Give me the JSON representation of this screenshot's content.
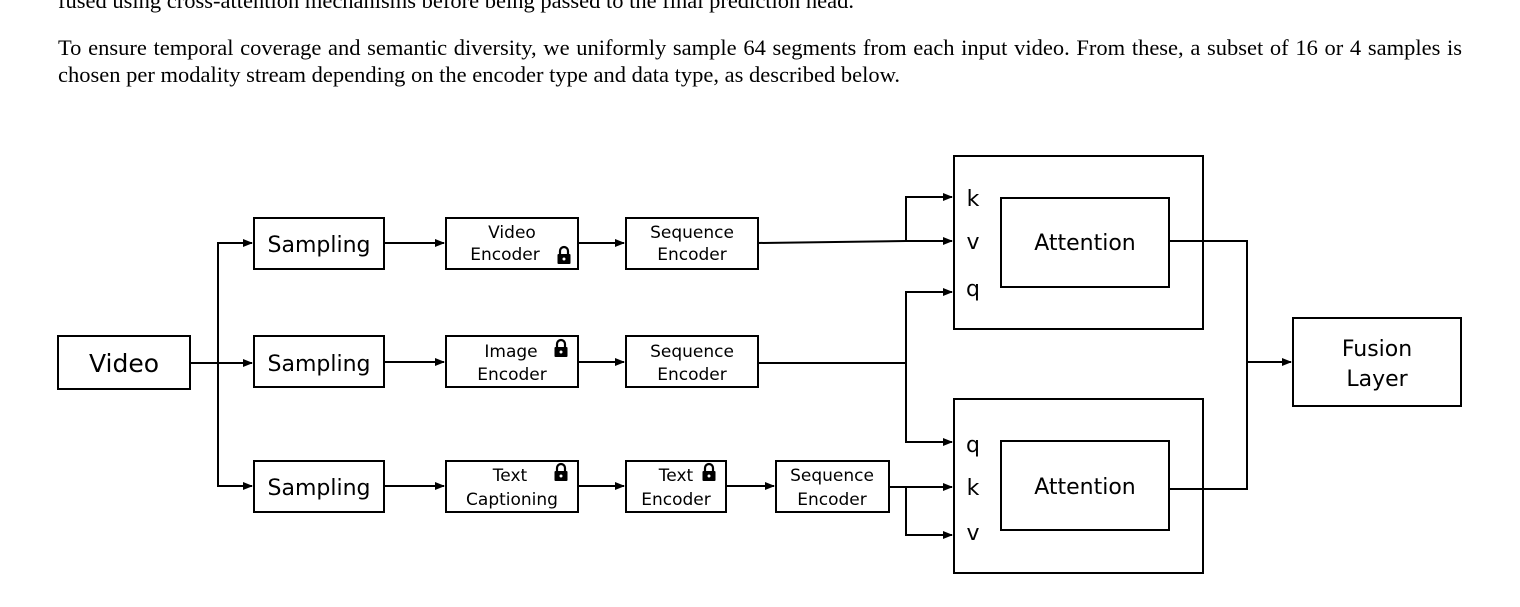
{
  "text": {
    "p1": "fused using cross-attention mechanisms before being passed to the final prediction head.",
    "p2": "To ensure temporal coverage and semantic diversity, we uniformly sample 64 segments from each input video. From these, a subset of 16 or 4 samples is chosen per modality stream depending on the encoder type and data type, as described below."
  },
  "diagram": {
    "video": "Video",
    "sampling_1": "Sampling",
    "sampling_2": "Sampling",
    "sampling_3": "Sampling",
    "video_encoder": [
      "Video",
      "Encoder"
    ],
    "image_encoder": [
      "Image",
      "Encoder"
    ],
    "text_captioning": [
      "Text",
      "Captioning"
    ],
    "text_encoder": [
      "Text",
      "Encoder"
    ],
    "sequence_encoder_1": [
      "Sequence",
      "Encoder"
    ],
    "sequence_encoder_2": [
      "Sequence",
      "Encoder"
    ],
    "sequence_encoder_3": [
      "Sequence",
      "Encoder"
    ],
    "attention_1": "Attention",
    "attention_2": "Attention",
    "attention_1_inputs": [
      "k",
      "v",
      "q"
    ],
    "attention_2_inputs": [
      "q",
      "k",
      "v"
    ],
    "fusion_layer": [
      "Fusion",
      "Layer"
    ],
    "frozen_icon": "lock-icon"
  }
}
